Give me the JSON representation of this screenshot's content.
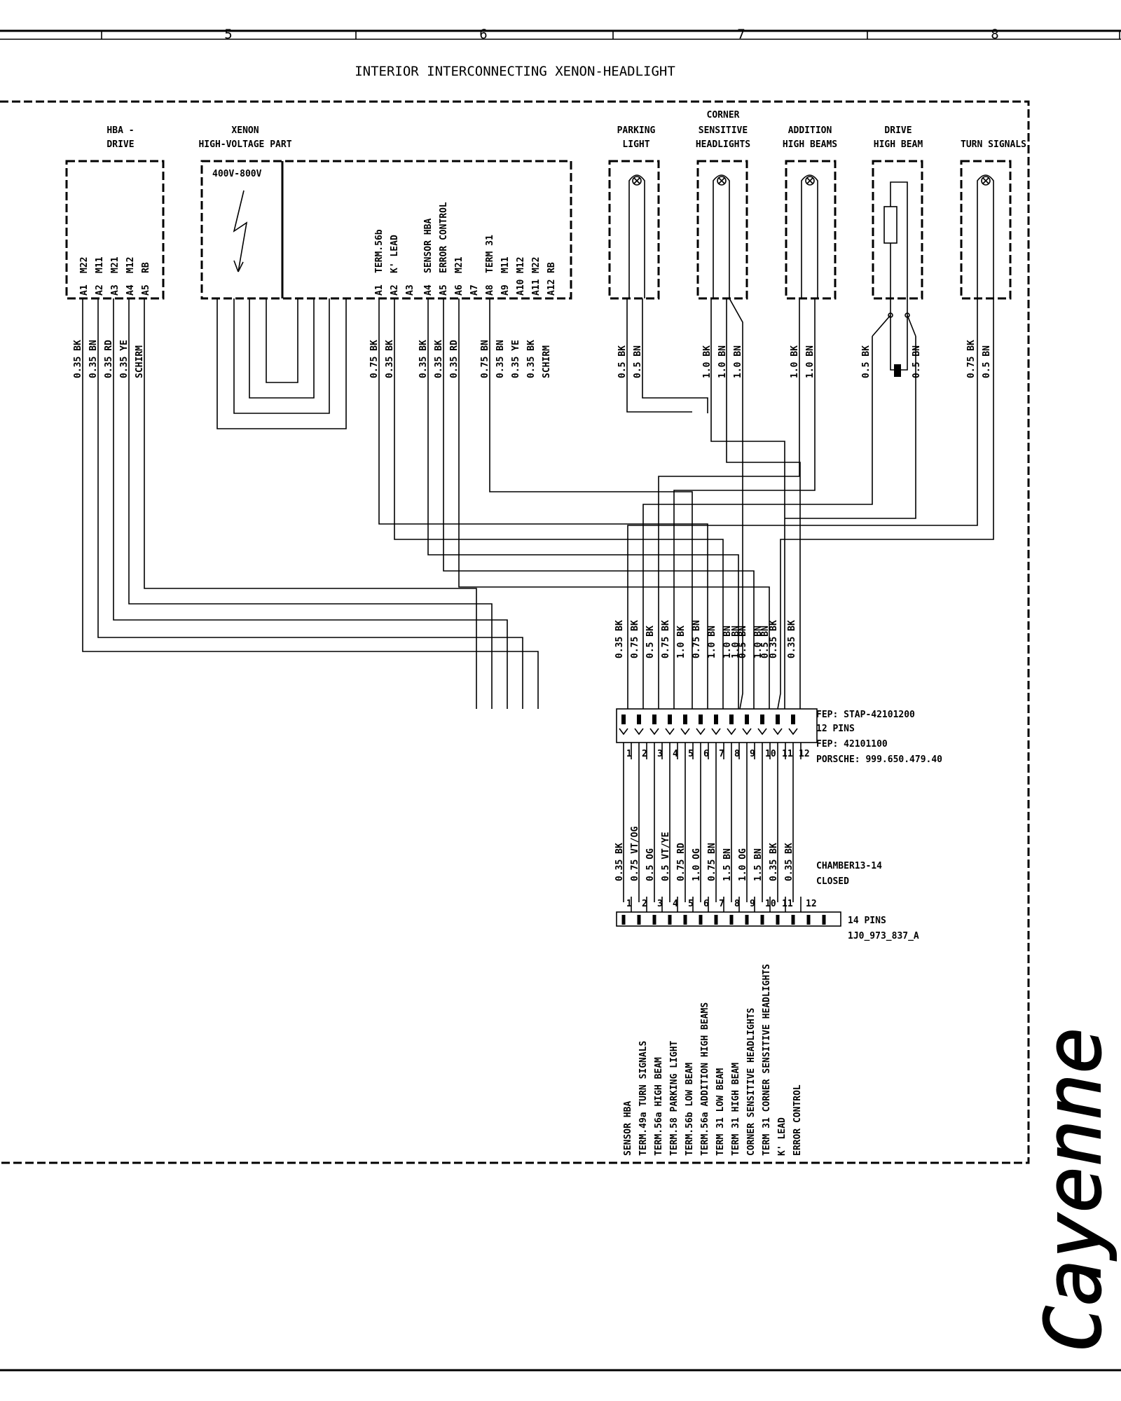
{
  "header": {
    "columns": [
      "5",
      "6",
      "7",
      "8"
    ],
    "title": "INTERIOR INTERCONNECTING XENON-HEADLIGHT"
  },
  "components": {
    "hba": {
      "title": [
        "HBA -",
        "DRIVE"
      ],
      "pins": [
        "A1",
        "A2",
        "A3",
        "A4",
        "A5"
      ],
      "signals": [
        "M22",
        "M11",
        "M21",
        "M12",
        "RB"
      ],
      "wires": [
        "0.35 BK",
        "0.35 BN",
        "0.35 RD",
        "0.35 YE",
        "SCHIRM"
      ]
    },
    "xenon": {
      "title": [
        "XENON",
        "HIGH-VOLTAGE PART"
      ],
      "voltage": "400V-800V",
      "pins": [
        "A1",
        "A2",
        "A3",
        "A4",
        "A5",
        "A6",
        "A7",
        "A8",
        "A9",
        "A10",
        "A11",
        "A12"
      ],
      "signals": [
        "TERM.56b",
        "K' LEAD",
        "",
        "SENSOR HBA",
        "ERROR CONTROL",
        "M21",
        "",
        "TERM 31",
        "M11",
        "M12",
        "M22",
        "RB"
      ],
      "wires": [
        "0.75 BK",
        "0.35 BK",
        "",
        "0.35 BK",
        "0.35 BK",
        "0.35 RD",
        "",
        "0.75 BN",
        "0.35 BN",
        "0.35 YE",
        "0.35 BK",
        "SCHIRM"
      ]
    },
    "parking": {
      "title": [
        "PARKING",
        "LIGHT"
      ],
      "wires": [
        "0.5 BK",
        "0.5 BN"
      ]
    },
    "corner": {
      "title": [
        "CORNER",
        "SENSITIVE",
        "HEADLIGHTS"
      ],
      "wires": [
        "1.0 BK",
        "1.0 BN",
        "1.0 BN"
      ]
    },
    "addition": {
      "title": [
        "ADDITION",
        "HIGH BEAMS"
      ],
      "wires": [
        "1.0 BK",
        "1.0 BN"
      ]
    },
    "drive": {
      "title": [
        "DRIVE",
        "HIGH BEAM"
      ],
      "wires": [
        "0.5 BK",
        "0.5 BN"
      ]
    },
    "turn": {
      "title": [
        "TURN SIGNALS"
      ],
      "wires": [
        "0.75 BK",
        "0.5 BN"
      ]
    }
  },
  "upper_wires": [
    "0.35 BK",
    "0.75 BK",
    "0.5 BK",
    "0.75 BK",
    "1.0 BK",
    "0.75 BN",
    "1.0 BN",
    "1.0 BN",
    "0.5 BN",
    "1.0 BN",
    "0.35 BK",
    "0.35 BK"
  ],
  "upper_wires_extra": [
    "1.0 BN",
    "0.5 BN"
  ],
  "connector1": {
    "labels": [
      "FEP: STAP-42101200",
      "12 PINS",
      "FEP: 42101100",
      "PORSCHE: 999.650.479.40"
    ],
    "pins": [
      "1",
      "2",
      "3",
      "4",
      "5",
      "6",
      "7",
      "8",
      "9",
      "10",
      "11",
      "12"
    ]
  },
  "lower_wires": [
    "0.35 BK",
    "0.75 VT/OG",
    "0.5 OG",
    "0.5 VT/YE",
    "0.75 RD",
    "1.0 OG",
    "0.75 BN",
    "1.5 BN",
    "1.0 OG",
    "1.5 BN",
    "0.35 BK",
    "0.35 BK"
  ],
  "connector2": {
    "chamber": [
      "CHAMBER13-14",
      "CLOSED"
    ],
    "labels": [
      "14 PINS",
      "1J0_973_837_A"
    ],
    "pins": [
      "1",
      "2",
      "3",
      "4",
      "5",
      "6",
      "7",
      "8",
      "9",
      "10",
      "11",
      "12"
    ]
  },
  "signal_names": [
    "SENSOR HBA",
    "TERM.49a TURN SIGNALS",
    "TERM.56a HIGH BEAM",
    "TERM.58 PARKING LIGHT",
    "TERM.56b LOW BEAM",
    "TERM.56a ADDITION HIGH BEAMS",
    "TERM 31 LOW BEAM",
    "TERM 31 HIGH BEAM",
    "CORNER SENSITIVE HEADLIGHTS",
    "TERM 31 CORNER SENSITIVE HEADLIGHTS",
    "K' LEAD",
    "ERROR CONTROL"
  ],
  "brand": "Cayenne"
}
